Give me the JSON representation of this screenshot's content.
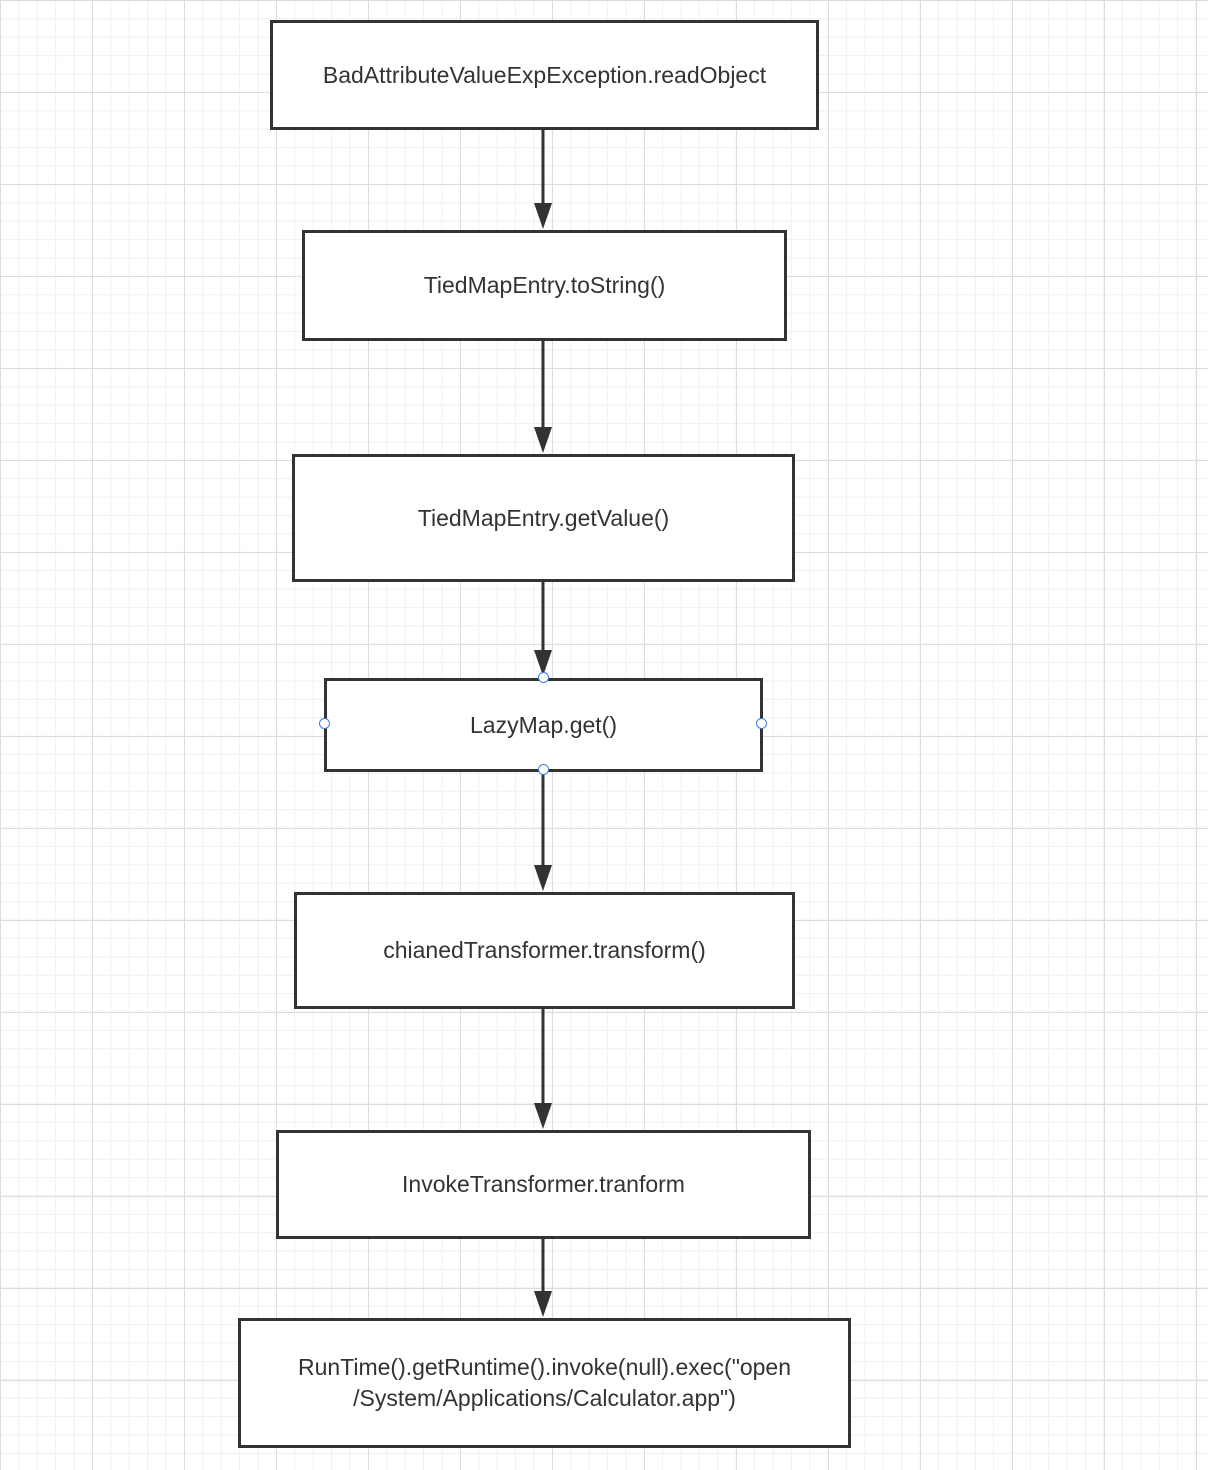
{
  "diagram": {
    "nodes": [
      {
        "id": "n1",
        "label": "BadAttributeValueExpException.readObject"
      },
      {
        "id": "n2",
        "label": "TiedMapEntry.toString()"
      },
      {
        "id": "n3",
        "label": "TiedMapEntry.getValue()"
      },
      {
        "id": "n4",
        "label": "LazyMap.get()",
        "selected": true
      },
      {
        "id": "n5",
        "label": "chianedTransformer.transform()"
      },
      {
        "id": "n6",
        "label": "InvokeTransformer.tranform"
      },
      {
        "id": "n7",
        "label": "RunTime().getRuntime().invoke(null).exec(\"open\n/System/Applications/Calculator.app\")"
      }
    ],
    "edges": [
      {
        "from": "n1",
        "to": "n2"
      },
      {
        "from": "n2",
        "to": "n3"
      },
      {
        "from": "n3",
        "to": "n4"
      },
      {
        "from": "n4",
        "to": "n5"
      },
      {
        "from": "n5",
        "to": "n6"
      },
      {
        "from": "n6",
        "to": "n7"
      }
    ],
    "colors": {
      "stroke": "#333333",
      "text": "#333333",
      "selection_handle": "#3b7fe0",
      "grid_major": "#dcdcdc",
      "grid_minor": "#f0f0f0"
    }
  }
}
